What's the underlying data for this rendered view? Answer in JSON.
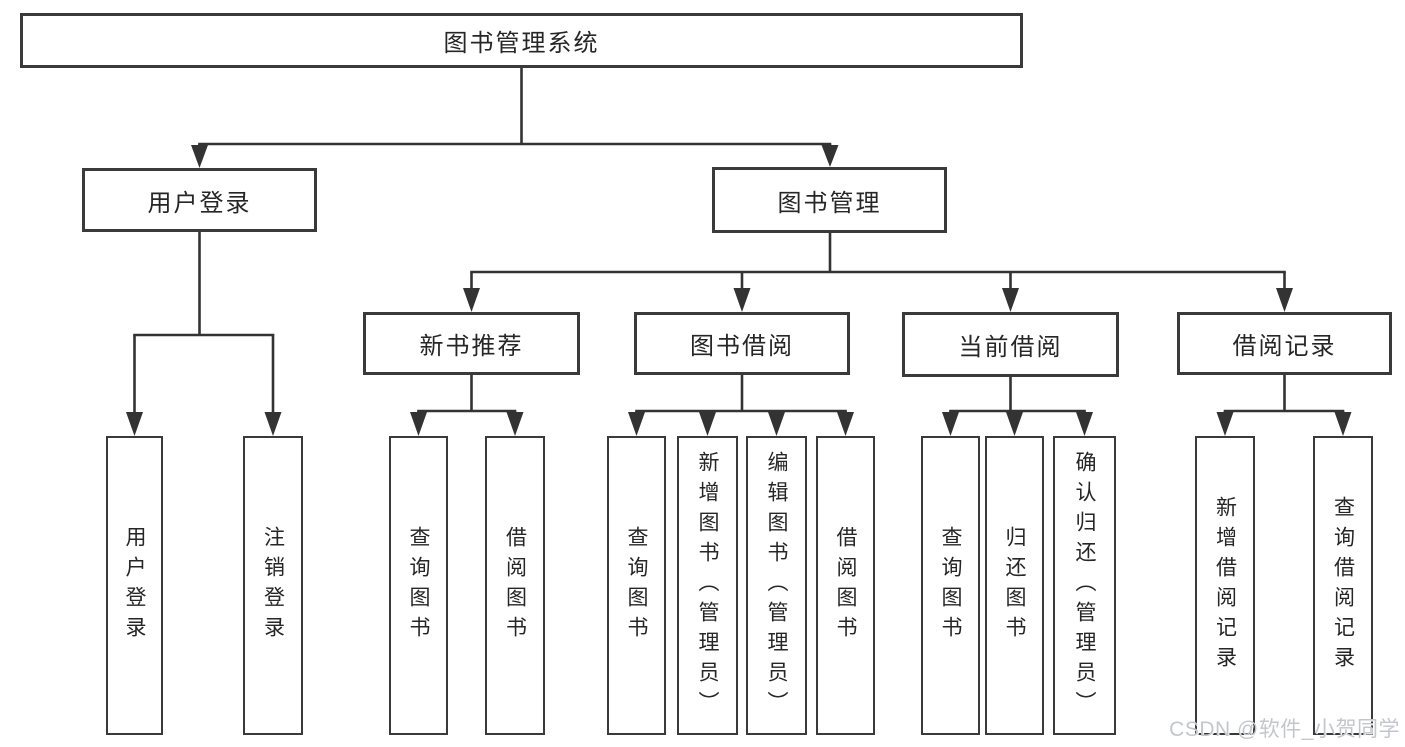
{
  "diagram": {
    "root": {
      "label": "图书管理系统"
    },
    "branches": [
      {
        "label": "用户登录",
        "children": [
          {
            "label": "用户登录"
          },
          {
            "label": "注销登录"
          }
        ]
      },
      {
        "label": "图书管理",
        "modules": [
          {
            "label": "新书推荐",
            "children": [
              {
                "label": "查询图书"
              },
              {
                "label": "借阅图书"
              }
            ]
          },
          {
            "label": "图书借阅",
            "children": [
              {
                "label": "查询图书"
              },
              {
                "label": "新增图书（管理员）"
              },
              {
                "label": "编辑图书（管理员）"
              },
              {
                "label": "借阅图书"
              }
            ]
          },
          {
            "label": "当前借阅",
            "children": [
              {
                "label": "查询图书"
              },
              {
                "label": "归还图书"
              },
              {
                "label": "确认归还（管理员）"
              }
            ]
          },
          {
            "label": "借阅记录",
            "children": [
              {
                "label": "新增借阅记录"
              },
              {
                "label": "查询借阅记录"
              }
            ]
          }
        ]
      }
    ]
  },
  "watermark": {
    "text": "CSDN @软件_小贺同学"
  },
  "colors": {
    "line": "#333333",
    "box_border": "#3a3a3a",
    "text": "#262626",
    "watermark": "#c3c6cb",
    "background": "#ffffff"
  }
}
